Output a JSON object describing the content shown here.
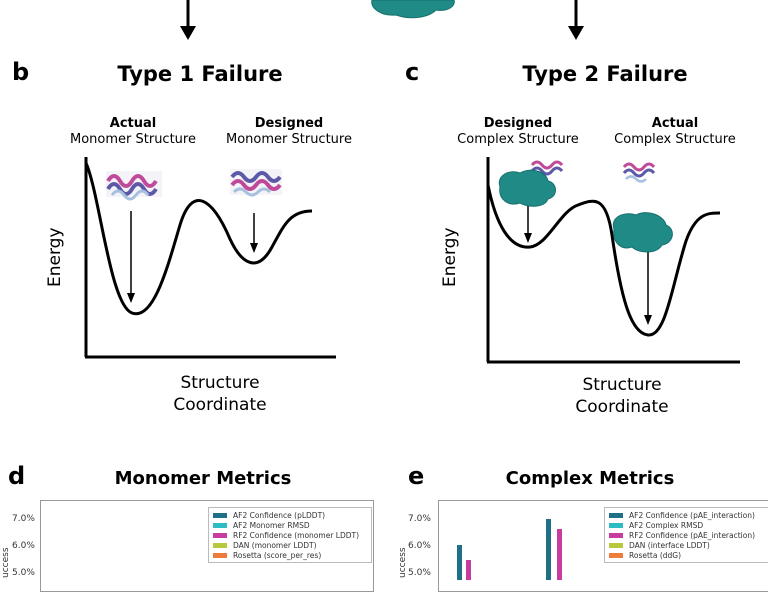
{
  "panel_b": {
    "letter": "b",
    "title": "Type 1 Failure",
    "label_left_bold": "Actual",
    "label_left_sub": "Monomer Structure",
    "label_right_bold": "Designed",
    "label_right_sub": "Monomer Structure",
    "ylabel": "Energy",
    "xlabel_line1": "Structure",
    "xlabel_line2": "Coordinate"
  },
  "panel_c": {
    "letter": "c",
    "title": "Type 2 Failure",
    "label_left_bold": "Designed",
    "label_left_sub": "Complex Structure",
    "label_right_bold": "Actual",
    "label_right_sub": "Complex Structure",
    "ylabel": "Energy",
    "xlabel_line1": "Structure",
    "xlabel_line2": "Coordinate"
  },
  "panel_d": {
    "letter": "d",
    "title": "Monomer Metrics",
    "ylabel_fragment": "uccess",
    "yticks": [
      "7.0%",
      "6.0%",
      "5.0%"
    ],
    "legend": [
      {
        "label": "AF2 Confidence (pLDDT)",
        "color": "#1f6f86"
      },
      {
        "label": "AF2 Monomer RMSD",
        "color": "#2bbcc4"
      },
      {
        "label": "RF2 Confidence (monomer LDDT)",
        "color": "#c83ca0"
      },
      {
        "label": "DAN (monomer LDDT)",
        "color": "#b7c93a"
      },
      {
        "label": "Rosetta (score_per_res)",
        "color": "#ee7b3a"
      }
    ]
  },
  "panel_e": {
    "letter": "e",
    "title": "Complex Metrics",
    "ylabel_fragment": "uccess",
    "yticks": [
      "7.0%",
      "6.0%",
      "5.0%"
    ],
    "legend": [
      {
        "label": "AF2 Confidence (pAE_interaction)",
        "color": "#1f6f86"
      },
      {
        "label": "AF2 Complex RMSD",
        "color": "#2bbcc4"
      },
      {
        "label": "RF2 Confidence (pAE_interaction)",
        "color": "#c83ca0"
      },
      {
        "label": "DAN (interface LDDT)",
        "color": "#b7c93a"
      },
      {
        "label": "Rosetta (ddG)",
        "color": "#ee7b3a"
      }
    ]
  },
  "colors": {
    "blob": "#1f8a86",
    "blob_dark": "#16706c",
    "helix_a": "#c04a9a",
    "helix_b": "#5c5aa8",
    "helix_c": "#a8c0e0"
  }
}
